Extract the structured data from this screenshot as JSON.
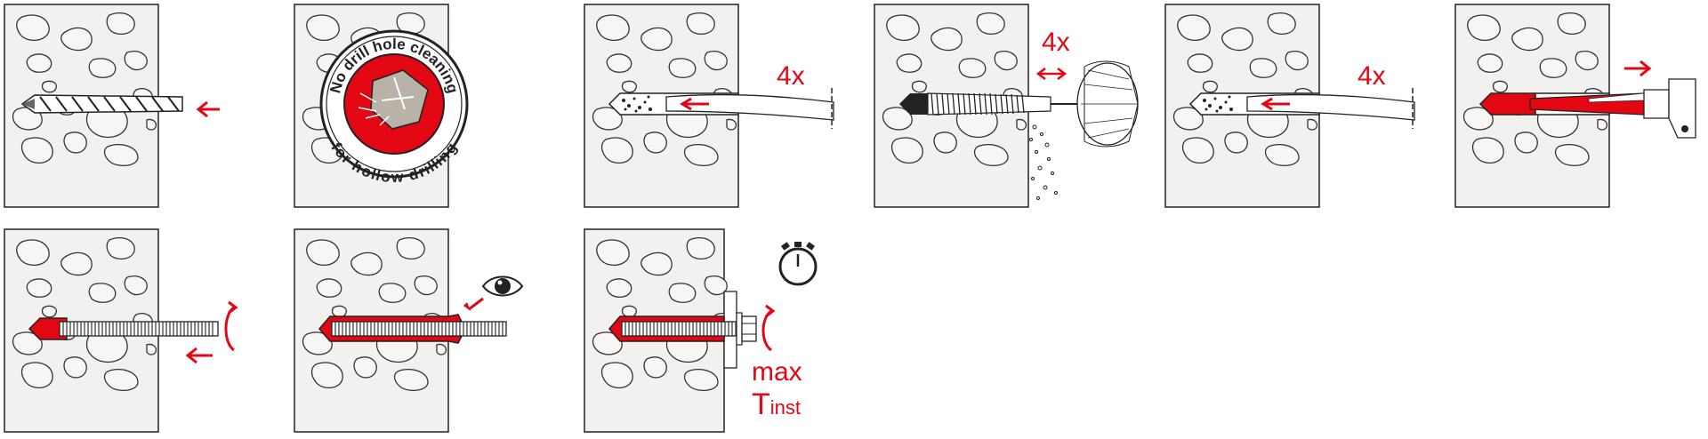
{
  "colors": {
    "accent": "#e30613",
    "stone": "#f2f1ef",
    "outline": "#222222",
    "badge_bg": "#ffffff",
    "badge_inner": "#e30613"
  },
  "steps": [
    {
      "id": "drill",
      "icon": "drill-bit-icon"
    },
    {
      "id": "hollow-drill-badge",
      "badge_top": "No drill hole cleaning",
      "badge_bottom": "for hollow drilling"
    },
    {
      "id": "blow-out-1",
      "repeat": "4x",
      "icon": "blow-pump-icon"
    },
    {
      "id": "brush",
      "repeat": "4x",
      "icon": "cleaning-brush-icon"
    },
    {
      "id": "blow-out-2",
      "repeat": "4x",
      "icon": "blow-pump-icon"
    },
    {
      "id": "inject-mortar",
      "icon": "injection-gun-icon"
    },
    {
      "id": "insert-rod",
      "icon": "rotate-arrow-icon"
    },
    {
      "id": "check-mortar",
      "icon": "eye-icon"
    },
    {
      "id": "cure-tighten",
      "icon": "stopwatch-icon",
      "torque_line1": "max",
      "torque_T": "T",
      "torque_sub": "inst"
    }
  ]
}
